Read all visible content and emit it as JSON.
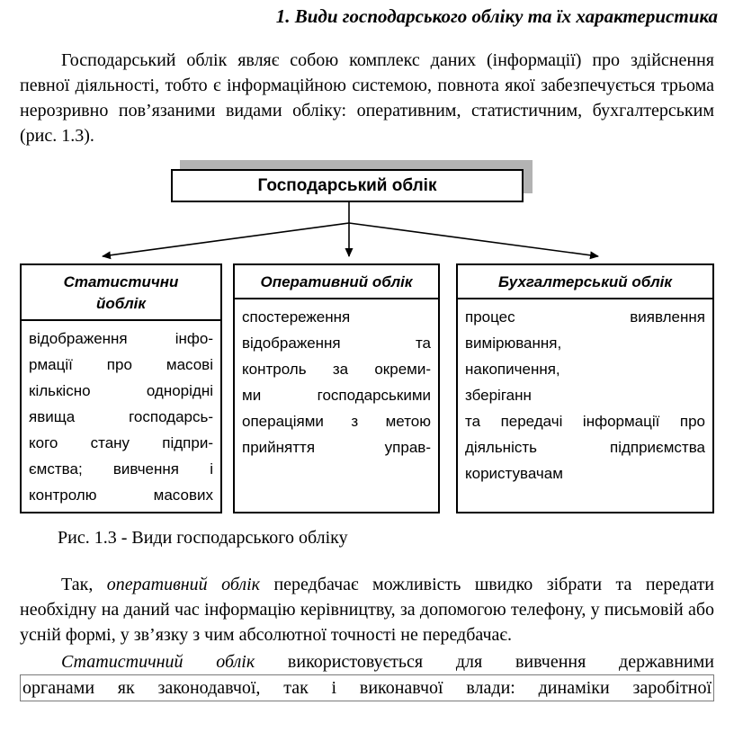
{
  "page": {
    "heading": "1.  Види господарського обліку та їх характеристика",
    "intro": "Господарський облік являє собою комплекс даних (інформації) про здійснення певної діяльності, тобто є інформаційною системою, повнота якої забезпечується трьома нерозривно пов’язаними видами обліку: оперативним, статистичним, бухгалтерським (рис. 1.3).",
    "figure_caption": "Рис. 1.3 -  Види господарського обліку",
    "para_operational": {
      "lead": "Так, ",
      "term": "оперативний облік",
      "rest": " передбачає можливість швидко зібрати та передати необхідну на даний час інформацію керівництву, за допомогою телефону, у письмовій або усній формі, у зв’язку з чим абсолютної точності не передбачає."
    },
    "para_statistical": {
      "term": "Статистичний облік",
      "line1_rest": " використовується для вивчення державними",
      "line2": "органами як законодавчої, так і виконавчої влади: динаміки заробітної"
    }
  },
  "diagram": {
    "root_label": "Господарський облік",
    "boxes": [
      {
        "title_lines": [
          "Статистични",
          "йоблік"
        ],
        "body_lines": [
          "відображення інфо-",
          "рмації про масові",
          "кількісно однорідні",
          "явища господарсь-",
          "кого стану підпри-",
          "ємства; вивчення і",
          "контролю масових"
        ]
      },
      {
        "title_lines": [
          "Оперативний облік"
        ],
        "body_lines": [
          "спостереження",
          "відображення та",
          "контроль за окреми-",
          "ми господарськими",
          "операціями з метою",
          "прийняття управ-"
        ]
      },
      {
        "title_lines": [
          "Бухгалтерський облік"
        ],
        "body_lines": [
          "процес виявлення",
          "вимірювання,",
          "накопичення,",
          "зберіганн",
          "та передачі інформації про",
          "діяльність підприємства",
          "користувачам"
        ]
      }
    ]
  },
  "colors": {
    "box_border": "#000000",
    "root_shadow": "#b3b3b3",
    "boxed_line_border": "#7a7a7a",
    "text": "#000000",
    "background": "#ffffff"
  }
}
